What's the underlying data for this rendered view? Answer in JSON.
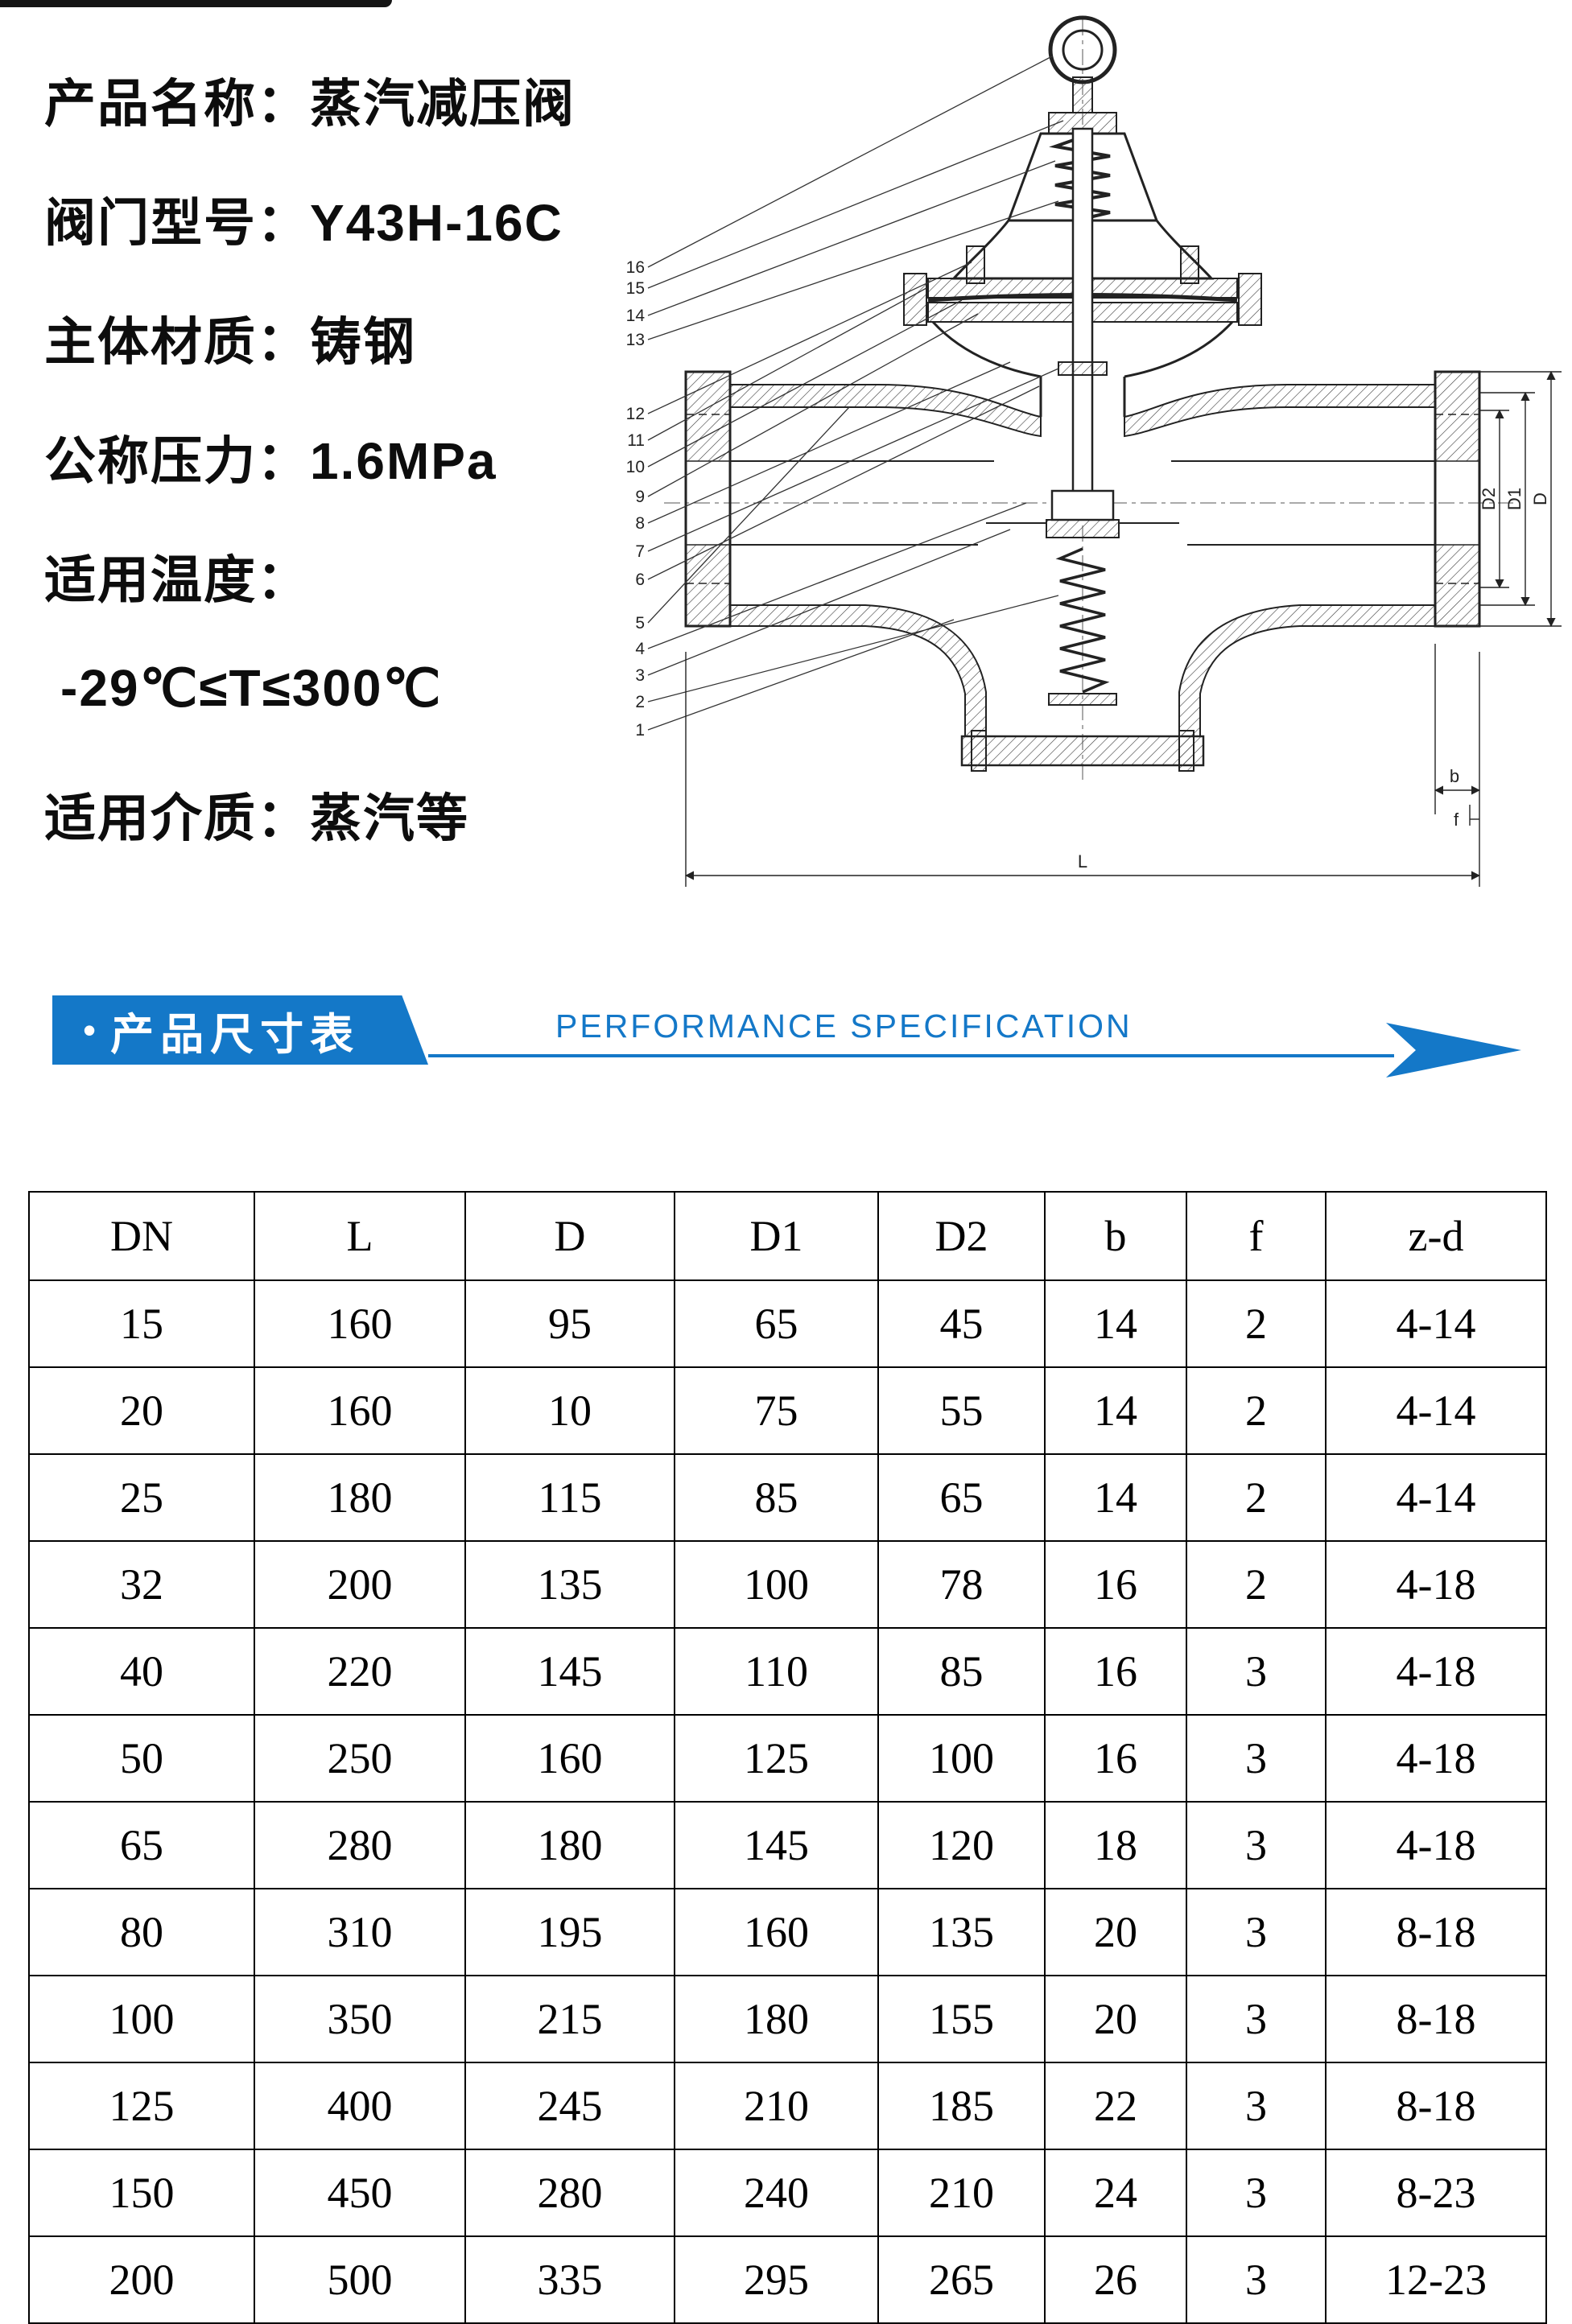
{
  "product_info": {
    "lines": [
      {
        "text": "产品名称：蒸汽减压阀"
      },
      {
        "text": "阀门型号：Y43H-16C"
      },
      {
        "text": "主体材质：铸钢"
      },
      {
        "text": "公称压力：1.6MPa"
      },
      {
        "text": "适用温度："
      },
      {
        "text": "-29℃≤T≤300℃"
      },
      {
        "text": "适用介质：蒸汽等"
      }
    ]
  },
  "drawing": {
    "part_labels": [
      "16",
      "15",
      "14",
      "13",
      "12",
      "11",
      "10",
      "9",
      "8",
      "7",
      "6",
      "5",
      "4",
      "3",
      "2",
      "1"
    ],
    "dims": {
      "L": "L",
      "D": "D",
      "D1": "D1",
      "D2": "D2",
      "b": "b",
      "f": "f"
    }
  },
  "banner": {
    "bullet": "•",
    "title": "产品尺寸表",
    "subtitle": "PERFORMANCE SPECIFICATION",
    "accent_color": "#1478c8"
  },
  "spec_table": {
    "headers": [
      "DN",
      "L",
      "D",
      "D1",
      "D2",
      "b",
      "f",
      "z-d"
    ],
    "rows": [
      [
        "15",
        "160",
        "95",
        "65",
        "45",
        "14",
        "2",
        "4-14"
      ],
      [
        "20",
        "160",
        "10",
        "75",
        "55",
        "14",
        "2",
        "4-14"
      ],
      [
        "25",
        "180",
        "115",
        "85",
        "65",
        "14",
        "2",
        "4-14"
      ],
      [
        "32",
        "200",
        "135",
        "100",
        "78",
        "16",
        "2",
        "4-18"
      ],
      [
        "40",
        "220",
        "145",
        "110",
        "85",
        "16",
        "3",
        "4-18"
      ],
      [
        "50",
        "250",
        "160",
        "125",
        "100",
        "16",
        "3",
        "4-18"
      ],
      [
        "65",
        "280",
        "180",
        "145",
        "120",
        "18",
        "3",
        "4-18"
      ],
      [
        "80",
        "310",
        "195",
        "160",
        "135",
        "20",
        "3",
        "8-18"
      ],
      [
        "100",
        "350",
        "215",
        "180",
        "155",
        "20",
        "3",
        "8-18"
      ],
      [
        "125",
        "400",
        "245",
        "210",
        "185",
        "22",
        "3",
        "8-18"
      ],
      [
        "150",
        "450",
        "280",
        "240",
        "210",
        "24",
        "3",
        "8-23"
      ],
      [
        "200",
        "500",
        "335",
        "295",
        "265",
        "26",
        "3",
        "12-23"
      ]
    ]
  }
}
